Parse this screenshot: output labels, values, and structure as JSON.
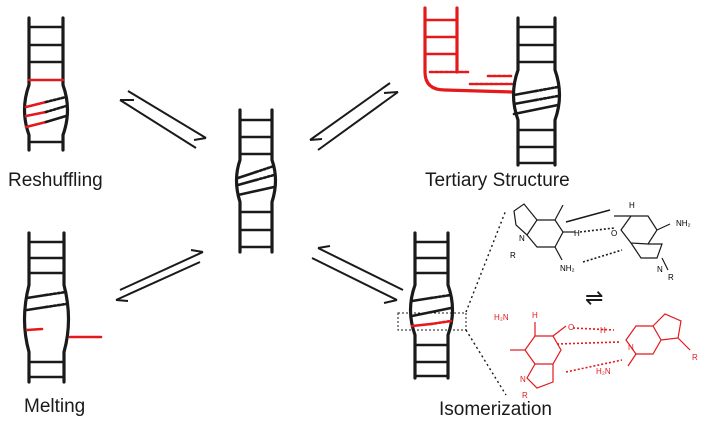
{
  "labels": {
    "reshuffling": "Reshuffling",
    "tertiary": "Tertiary Structure",
    "melting": "Melting",
    "isomerization": "Isomerization"
  },
  "chem_top": {
    "o": "O",
    "h_top": "H",
    "nh2_right": "NH₂",
    "h_left": "H",
    "nh2_mid": "NH₂",
    "r_left": "R",
    "r_right": "R",
    "n_left": "N",
    "n_right": "N"
  },
  "chem_bottom": {
    "o": "O",
    "h_mid": "H",
    "h_top": "H",
    "h2n": "H₂N",
    "h2n_mid": "H₂N",
    "r_left": "R",
    "r_right": "R",
    "n_left": "N",
    "n_right": "N"
  },
  "equilibrium_symbol": "⇌",
  "colors": {
    "ink": "#1a1a1a",
    "accent": "#e3191c"
  }
}
